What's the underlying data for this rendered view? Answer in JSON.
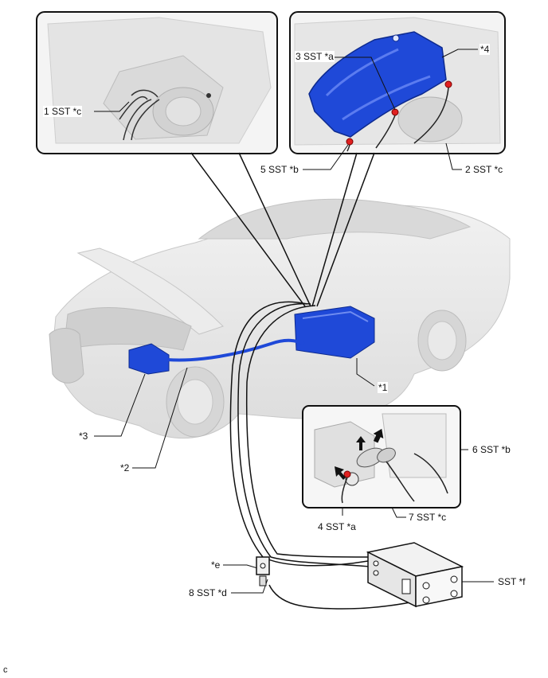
{
  "labels": {
    "l1": "1 SST *c",
    "l2": "2 SST *c",
    "l3": "3 SST *a",
    "l4": "*4",
    "l5": "5 SST *b",
    "l6": "6 SST *b",
    "l7": "7 SST *c",
    "l8": "4 SST *a",
    "l9": "8 SST *d",
    "p1": "*1",
    "p2": "*2",
    "p3": "*3",
    "e": "*e",
    "f": "SST *f"
  },
  "figure_code": "c",
  "colors": {
    "blue_part": "#1f49d8",
    "line": "#111111",
    "car": "#e6e6e6",
    "red_connector": "#e02020"
  }
}
